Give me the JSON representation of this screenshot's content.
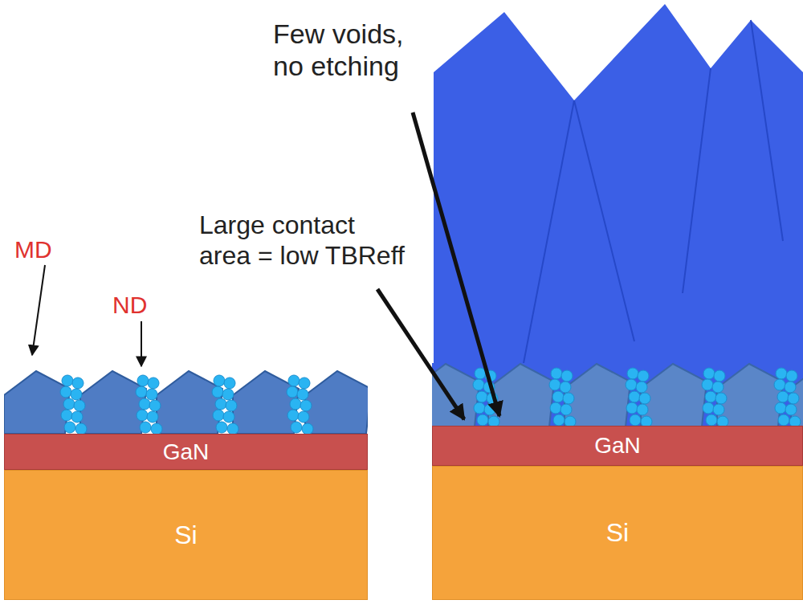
{
  "diagram": {
    "nodes": [
      {
        "text": [
          "GaN"
        ]
      },
      {
        "text": [
          "Si"
        ]
      },
      {
        "text": [
          "GaN"
        ]
      },
      {
        "text": [
          "Si"
        ]
      }
    ],
    "labels": [
      "MD",
      "ND",
      "Few voids, no etching",
      "Large contact area = low TBReff"
    ]
  }
}
